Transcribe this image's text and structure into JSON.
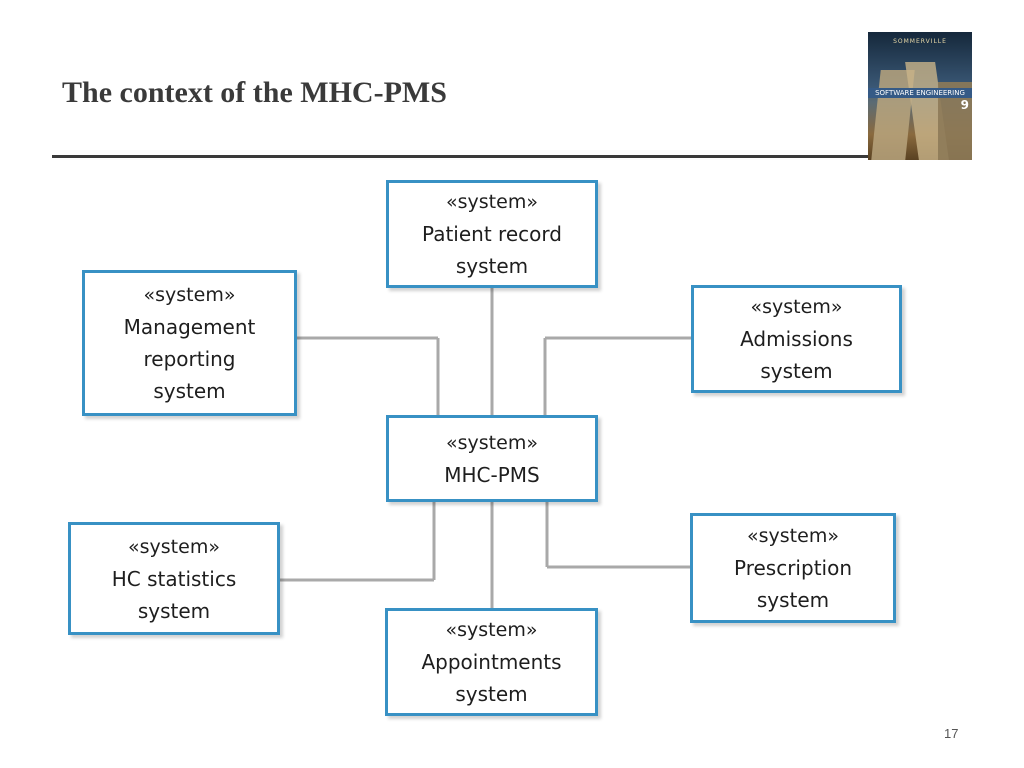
{
  "slide": {
    "title": "The context of the MHC-PMS",
    "page_number": "17"
  },
  "book_cover": {
    "author": "SOMMERVILLE",
    "title": "SOFTWARE ENGINEERING",
    "edition": "9"
  },
  "diagram": {
    "stereotype": "«system»",
    "central": {
      "label": "MHC-PMS"
    },
    "systems": [
      {
        "id": "patient-record",
        "lines": [
          "Patient record",
          "system"
        ]
      },
      {
        "id": "management-reporting",
        "lines": [
          "Management",
          "reporting",
          "system"
        ]
      },
      {
        "id": "admissions",
        "lines": [
          "Admissions",
          "system"
        ]
      },
      {
        "id": "hc-statistics",
        "lines": [
          "HC statistics",
          "system"
        ]
      },
      {
        "id": "appointments",
        "lines": [
          "Appointments",
          "system"
        ]
      },
      {
        "id": "prescription",
        "lines": [
          "Prescription",
          "system"
        ]
      }
    ]
  }
}
